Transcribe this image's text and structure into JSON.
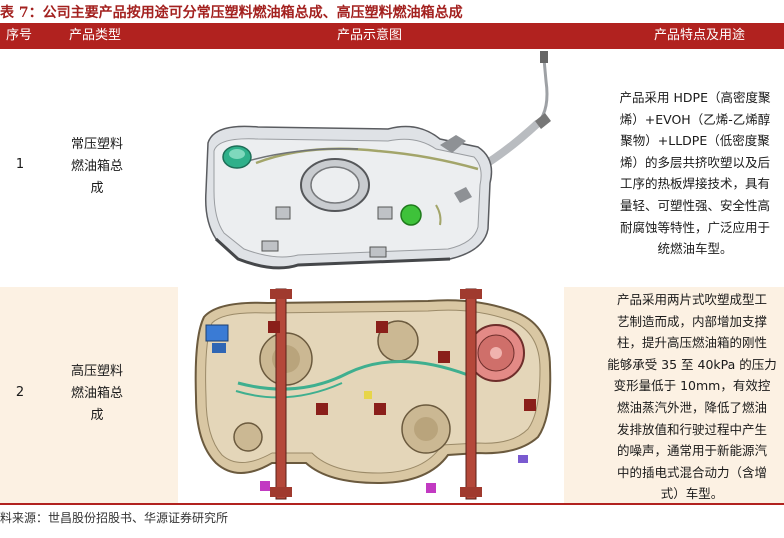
{
  "caption": "表 7：公司主要产品按用途可分常压塑料燃油箱总成、高压塑料燃油箱总成",
  "header": {
    "col_num": "序号",
    "col_type": "产品类型",
    "col_image": "产品示意图",
    "col_desc": "产品特点及用途"
  },
  "rows": [
    {
      "num": "1",
      "type": "常压塑料\n燃油箱总\n成",
      "desc": "产品采用 HDPE（高密度聚\n烯）+EVOH（乙烯-乙烯醇\n聚物）+LLDPE（低密度聚\n烯）的多层共挤吹塑以及后\n工序的热板焊接技术，具有\n量轻、可塑性强、安全性高\n耐腐蚀等特性，广泛应用于\n统燃油车型。"
    },
    {
      "num": "2",
      "type": "高压塑料\n燃油箱总\n成",
      "desc": "产品采用两片式吹塑成型工\n艺制造而成，内部增加支撑\n柱，提升高压燃油箱的刚性\n能够承受 35 至 40kPa 的压力\n变形量低于 10mm，有效控\n燃油蒸汽外泄，降低了燃油\n发排放值和行驶过程中产生\n的噪声，通常用于新能源汽\n中的插电式混合动力（含增\n式）车型。"
    }
  ],
  "source": "料来源：世昌股份招股书、华源证券研究所",
  "colors": {
    "accent": "#b1221f",
    "row2_bg": "#fcf1e3",
    "tank_grey": "#d9dce0",
    "tank_tan": "#d8c9a9",
    "bracket_brown": "#b4483a",
    "pump_green": "#2fb08a",
    "valve_green": "#3ec23a"
  },
  "icons": [
    "plastic-fuel-tank-illustration",
    "high-pressure-fuel-tank-illustration"
  ]
}
